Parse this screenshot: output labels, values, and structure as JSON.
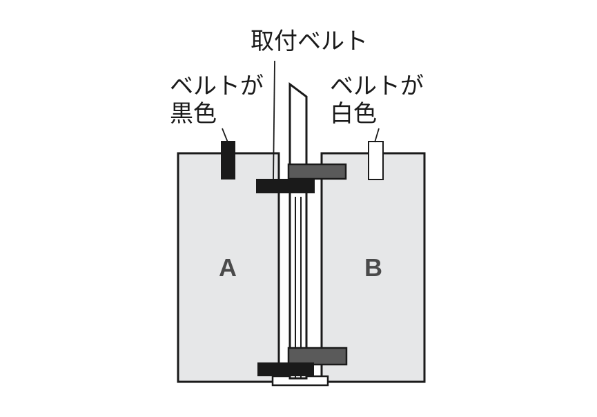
{
  "labels": {
    "mounting_belt": "取付ベルト",
    "belt_black_line1": "ベルトが",
    "belt_black_line2": "黒色",
    "belt_white_line1": "ベルトが",
    "belt_white_line2": "白色"
  },
  "panels": {
    "a": "A",
    "b": "B"
  },
  "colors": {
    "panel_fill": "#e6e7e8",
    "outline": "#1a1a1a",
    "black_belt": "#1a1a1a",
    "gray_belt": "#5a5a5a",
    "white_belt": "#ffffff"
  }
}
